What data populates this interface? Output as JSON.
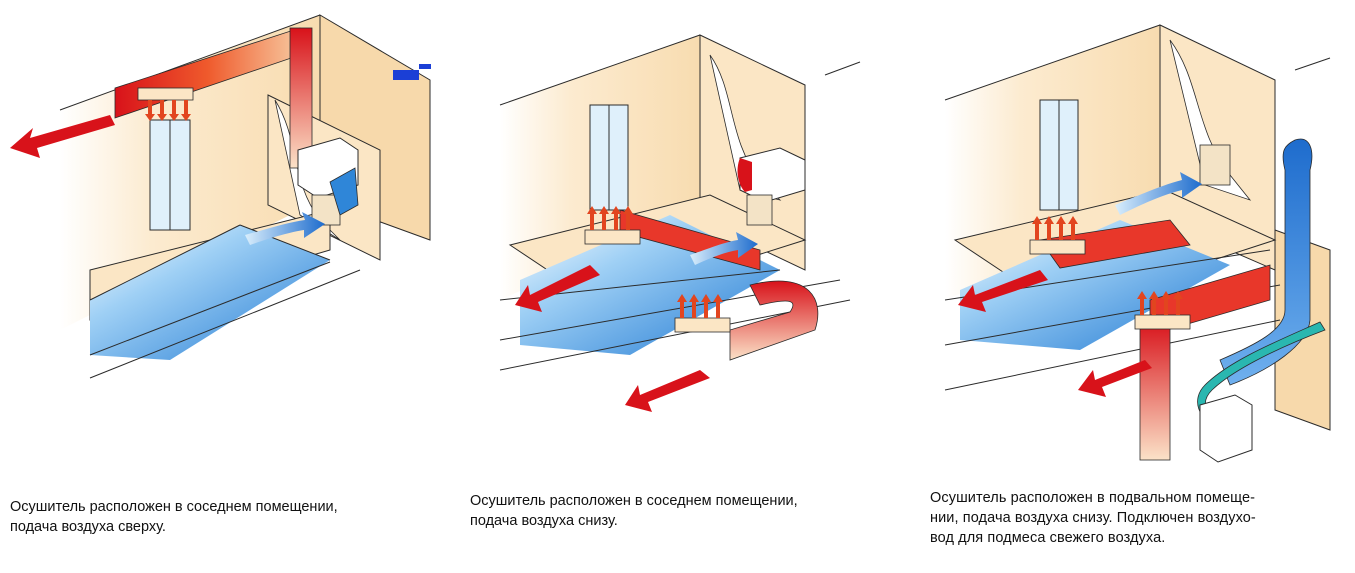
{
  "colors": {
    "room_wall": "#fbe6c5",
    "room_wall_light": "#fdf3e2",
    "pool_water": "#2f86d8",
    "warm_air": "#d8121a",
    "cold_air": "#1f6fd0",
    "fresh_air_duct": "#2ab7b0",
    "outline": "#2b2b2b"
  },
  "panels": [
    {
      "caption": "Осушитель расположен в соседнем помещении,\nподача воздуха сверху."
    },
    {
      "caption": "Осушитель расположен в соседнем помещении,\nподача воздуха снизу."
    },
    {
      "caption": "Осушитель расположен в подвальном помеще-\nнии, подача воздуха снизу. Подключен воздухо-\nвод для подмеса свежего воздуха."
    }
  ]
}
